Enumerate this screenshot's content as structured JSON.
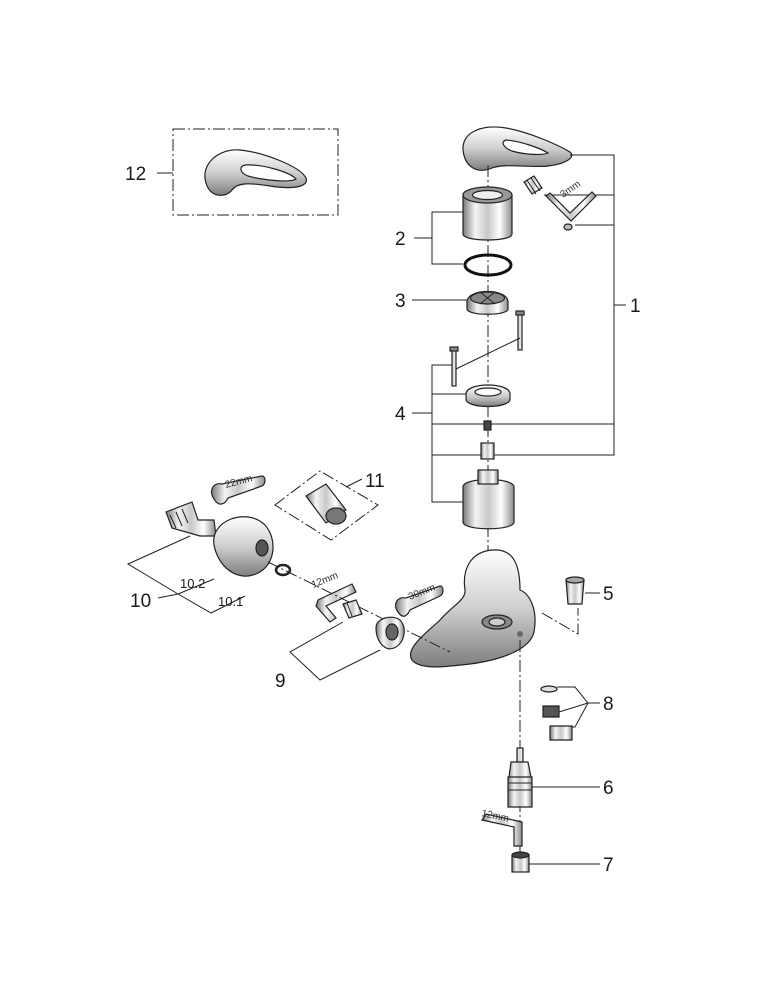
{
  "labels": {
    "p1": "1",
    "p2": "2",
    "p3": "3",
    "p4": "4",
    "p5": "5",
    "p6": "6",
    "p7": "7",
    "p8": "8",
    "p9": "9",
    "p10": "10",
    "p10_1": "10.1",
    "p10_2": "10.2",
    "p11": "11",
    "p12": "12"
  },
  "tools": {
    "hex_key_small": "3mm",
    "wrench_22": "22mm",
    "hex_key_12_top": "12mm",
    "wrench_30": "30mm",
    "hex_key_12_bottom": "12mm"
  }
}
